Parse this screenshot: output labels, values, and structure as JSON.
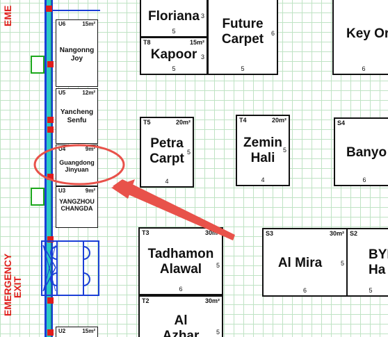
{
  "emergency": {
    "top_label": "EME",
    "exit_label_line1": "EMERGENCY",
    "exit_label_line2": "EXIT"
  },
  "booths": {
    "u6": {
      "code": "U6",
      "area": "15m²",
      "name": "Nangonng\nJoy"
    },
    "u5": {
      "code": "U5",
      "area": "12m²",
      "name": "Yancheng\nSenfu"
    },
    "u4": {
      "code": "U4",
      "area": "9m²",
      "name": "Guangdong\nJinyuan"
    },
    "u3": {
      "code": "U3",
      "area": "9m²",
      "name": "YANGZHOU\nCHANGDA"
    },
    "u2": {
      "code": "U2",
      "area": "15m²",
      "name": ""
    },
    "floriana": {
      "code": "",
      "area": "",
      "name": "Floriana",
      "side": "3",
      "bottom": "5"
    },
    "t8": {
      "code": "T8",
      "area": "15m²",
      "name": "Kapoor",
      "side": "3",
      "bottom": "5"
    },
    "future_carpet": {
      "name": "Future\nCarpet",
      "side": "6",
      "bottom": "5"
    },
    "key": {
      "name": "Key Or",
      "bottom": "6"
    },
    "t5": {
      "code": "T5",
      "area": "20m²",
      "name": "Petra\nCarpt",
      "side": "5",
      "bottom": "4"
    },
    "t4": {
      "code": "T4",
      "area": "20m²",
      "name": "Zemin\nHali",
      "side": "5",
      "bottom": "4"
    },
    "s4": {
      "code": "S4",
      "name": "Banyo",
      "bottom": "6"
    },
    "t3": {
      "code": "T3",
      "area": "30m²",
      "name": "Tadhamon\nAlawal",
      "side": "5",
      "bottom": "6"
    },
    "s3": {
      "code": "S3",
      "area": "30m²",
      "name": "Al Mira",
      "side": "5",
      "bottom": "6"
    },
    "s2": {
      "code": "S2",
      "name": "BYI\nHa",
      "bottom": "5"
    },
    "t2": {
      "code": "T2",
      "area": "30m²",
      "name": "Al\nAzhar",
      "side": "5"
    }
  },
  "colors": {
    "arrow": "#e8524a",
    "wall": "#1a3fd6",
    "corridor": "#2cc9c4",
    "emergency": "#e0201d",
    "handle": "#1ca81c"
  }
}
